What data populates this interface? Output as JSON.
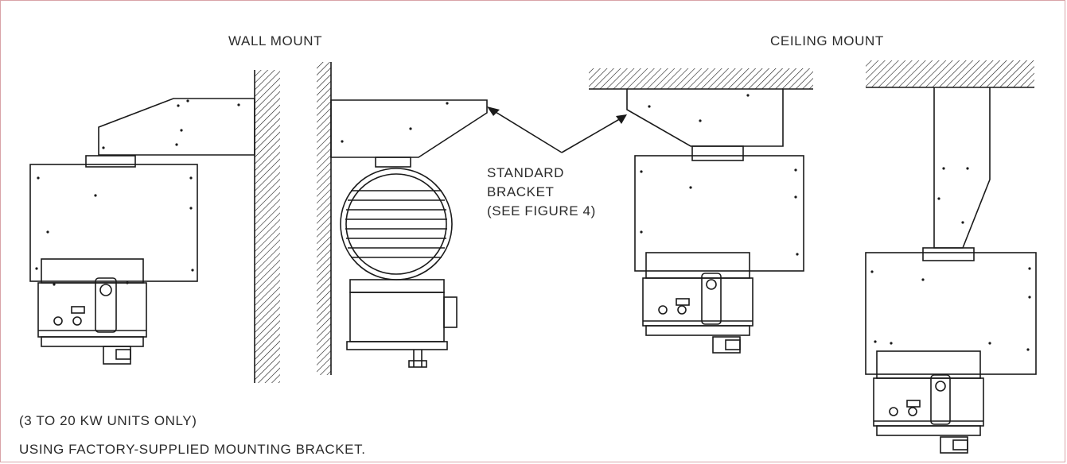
{
  "labels": {
    "wall_mount": "WALL MOUNT",
    "ceiling_mount": "CEILING MOUNT",
    "callout_line1": "STANDARD",
    "callout_line2": "BRACKET",
    "callout_line3": "(SEE FIGURE 4)",
    "note_line1": "(3 TO 20 KW UNITS ONLY)",
    "note_line2": "USING FACTORY-SUPPLIED MOUNTING BRACKET."
  },
  "colors": {
    "line": "#1a1a1a",
    "text": "#2b2b2b",
    "frame": "#d9a3a8"
  }
}
